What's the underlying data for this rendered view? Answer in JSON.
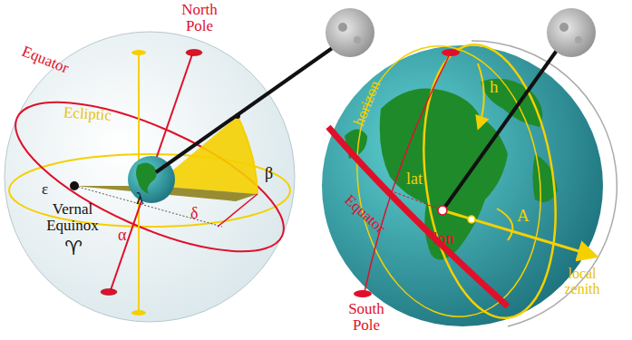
{
  "diagram": {
    "labels": [
      "North Pole",
      "Equator",
      "Ecliptic",
      "ε",
      "Vernal Equinox",
      "♈",
      "λ",
      "β",
      "δ",
      "α",
      "horizon",
      "h",
      "lat",
      "Equator",
      "lon",
      "A",
      "local zenith",
      "South Pole"
    ]
  }
}
